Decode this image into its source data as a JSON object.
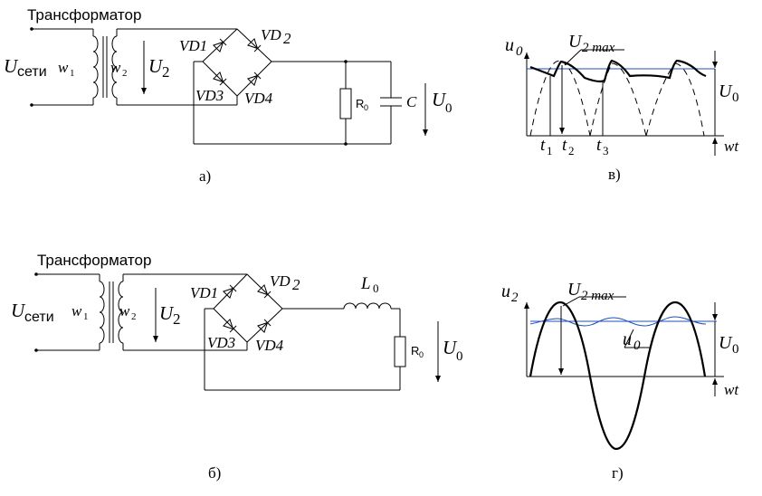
{
  "panel_a": {
    "title": "Трансформатор",
    "u_in": "U",
    "u_in_sub": "сети",
    "w1": "w",
    "w1_sub": "1",
    "w2": "w",
    "w2_sub": "2",
    "u2": "U",
    "u2_sub": "2",
    "vd1": "VD1",
    "vd2": "VD",
    "vd2_sub": "2",
    "vd3": "VD3",
    "vd4": "VD4",
    "r0": "R",
    "r0_sub": "0",
    "c": "C",
    "u0": "U",
    "u0_sub": "0",
    "caption": "а)"
  },
  "panel_b": {
    "title": "Трансформатор",
    "u_in": "U",
    "u_in_sub": "сети",
    "w1": "w",
    "w1_sub": "1",
    "w2": "w",
    "w2_sub": "2",
    "u2": "U",
    "u2_sub": "2",
    "vd1": "VD1",
    "vd2": "VD",
    "vd2_sub": "2",
    "vd3": "VD3",
    "vd4": "VD4",
    "l0": "L",
    "l0_sub": "0",
    "r0": "R",
    "r0_sub": "0",
    "u0": "U",
    "u0_sub": "0",
    "caption": "б)"
  },
  "panel_v": {
    "y_label": "u",
    "y_label_sub": "0",
    "peak_label": "U",
    "peak_label_sub": "2 max",
    "u0_label": "U",
    "u0_label_sub": "0",
    "t1": "t",
    "t1_sub": "1",
    "t2": "t",
    "t2_sub": "2",
    "t3": "t",
    "t3_sub": "3",
    "x_label": "wt",
    "caption": "в)"
  },
  "panel_g": {
    "y_label": "u",
    "y_label_sub": "2",
    "peak_label": "U",
    "peak_label_sub": "2 max",
    "ripple_label": "u",
    "ripple_label_sub": "0",
    "u0_label": "U",
    "u0_label_sub": "0",
    "x_label": "wt",
    "caption": "г)"
  },
  "colors": {
    "wire": "#000000",
    "output_curve": "#1f4fbf"
  }
}
